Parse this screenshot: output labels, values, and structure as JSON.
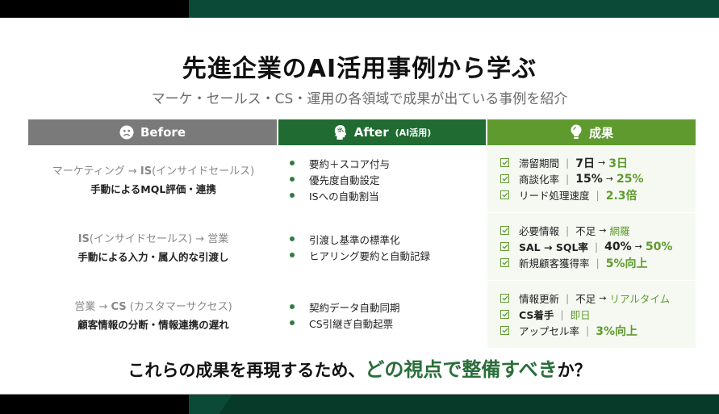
{
  "colors": {
    "top_bar_black": "#000000",
    "top_bar_green": "#0b4a36",
    "before_header": "#7a7a7a",
    "after_header": "#1f6b32",
    "result_header": "#5f9a2f",
    "highlight_green": "#5f9a2f",
    "question_highlight": "#2a6e3a"
  },
  "slide": {
    "title": "先進企業のAI活用事例から学ぶ",
    "subtitle": "マーケ・セールス・CS・運用の各領域で成果が出ている事例を紹介"
  },
  "table": {
    "headers": {
      "before": {
        "icon": "sad-face-icon",
        "label": "Before"
      },
      "after": {
        "icon": "brain-head-icon",
        "label": "After",
        "sublabel": "(AI活用)"
      },
      "result": {
        "icon": "lightbulb-icon",
        "label": "成果"
      }
    },
    "rows": [
      {
        "before": {
          "flow_from": "マーケティング",
          "arrow": "→",
          "flow_to": "IS",
          "flow_to_note": "(インサイドセールス)",
          "issue": "手動によるMQL評価・連携"
        },
        "after": [
          "要約＋スコア付与",
          "優先度自動設定",
          "ISへの自動割当"
        ],
        "results": [
          {
            "label": "滞留期間",
            "from": "7日",
            "to": "3日"
          },
          {
            "label": "商談化率",
            "from": "15%",
            "to": "25%"
          },
          {
            "label": "リード処理速度",
            "to": "2.3倍"
          }
        ]
      },
      {
        "before": {
          "flow_from": "IS",
          "flow_from_note": "(インサイドセールス)",
          "arrow": "→",
          "flow_to": "営業",
          "issue": "手動による入力・属人的な引渡し"
        },
        "after": [
          "引渡し基準の標準化",
          "ヒアリング要約と自動記録"
        ],
        "results": [
          {
            "label": "必要情報",
            "from": "不足",
            "to": "網羅"
          },
          {
            "label": "SAL → SQL率",
            "from": "40%",
            "to": "50%"
          },
          {
            "label": "新規顧客獲得率",
            "to": "5%向上"
          }
        ]
      },
      {
        "before": {
          "flow_from": "営業",
          "arrow": "→",
          "flow_to": "CS",
          "flow_to_note": "(カスタマーサクセス)",
          "issue": "顧客情報の分断・情報連携の遅れ"
        },
        "after": [
          "契約データ自動同期",
          "CS引継ぎ自動起票"
        ],
        "results": [
          {
            "label": "情報更新",
            "from": "不足",
            "to": "リアルタイム"
          },
          {
            "label": "CS着手",
            "to": "即日"
          },
          {
            "label": "アップセル率",
            "to": "3%向上"
          }
        ]
      }
    ]
  },
  "question": {
    "prefix": "これらの成果を再現するため、",
    "highlight": "どの視点で整備すべき",
    "suffix": "か？"
  }
}
